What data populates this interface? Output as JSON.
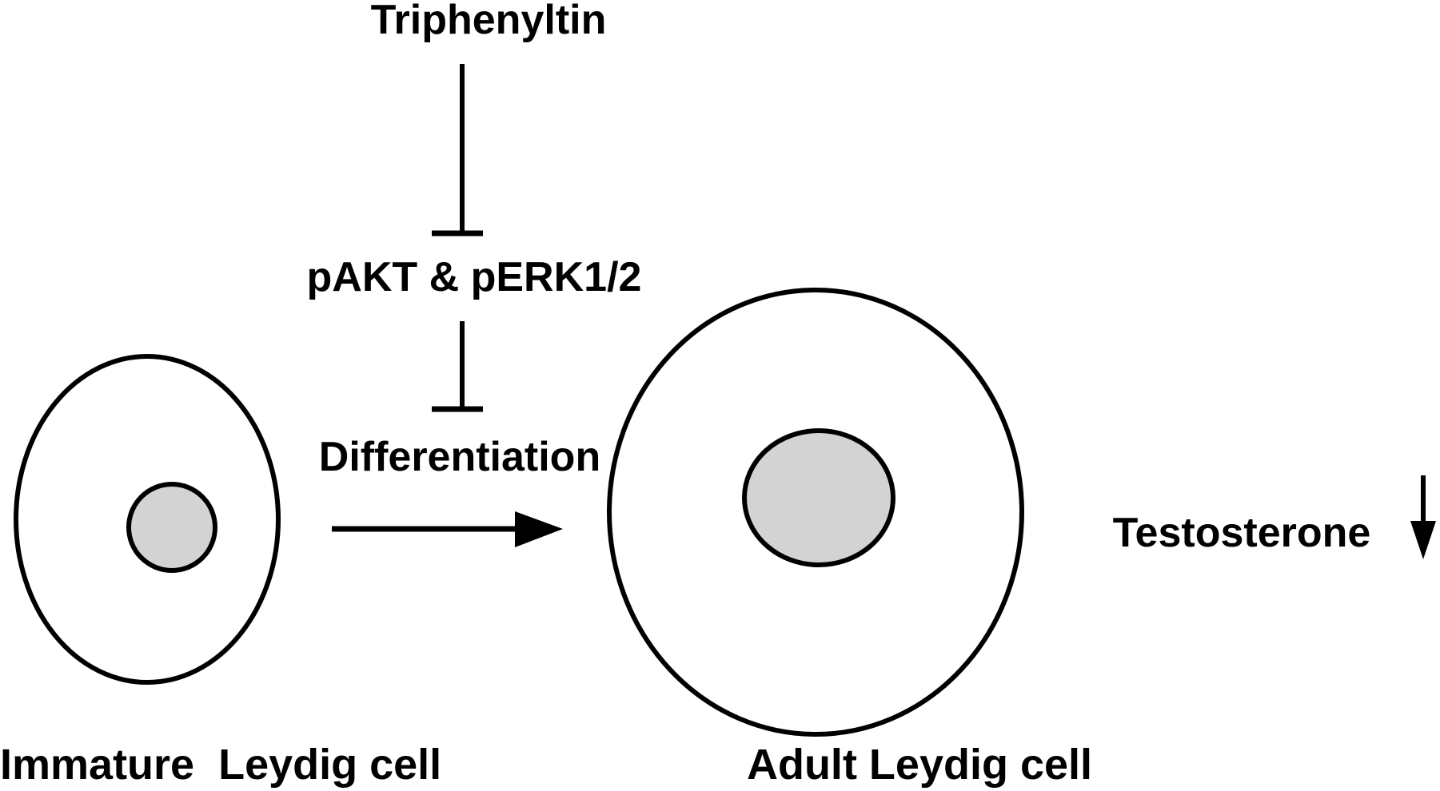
{
  "labels": {
    "triphenyltin": "Triphenyltin",
    "pakt_perk": "pAKT & pERK1/2",
    "differentiation": "Differentiation",
    "testosterone": "Testosterone",
    "immature_cell": "Immature  Leydig cell",
    "adult_cell": "Adult Leydig cell"
  },
  "colors": {
    "stroke": "#000000",
    "nucleus_fill": "#d3d3d3",
    "cell_fill": "#ffffff",
    "background": "#ffffff"
  }
}
